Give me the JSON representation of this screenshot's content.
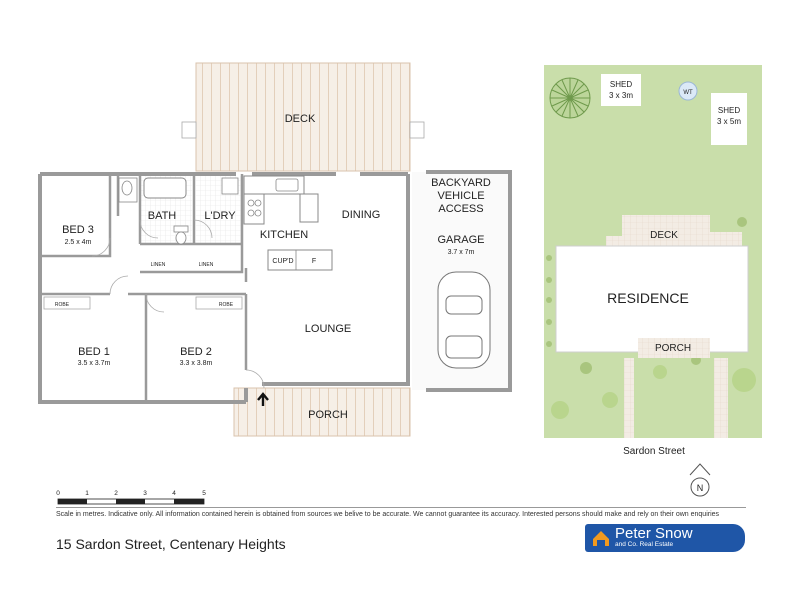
{
  "floorplan": {
    "rooms": {
      "deck": "DECK",
      "bed3": {
        "name": "BED 3",
        "size": "2.5 x 4m"
      },
      "bath": "BATH",
      "laundry": "L'DRY",
      "kitchen": "KITCHEN",
      "dining": "DINING",
      "cupboard": "CUP'D",
      "fridge": "F",
      "linen1": "LINEN",
      "linen2": "LINEN",
      "robe1": "ROBE",
      "robe2": "ROBE",
      "bed1": {
        "name": "BED 1",
        "size": "3.5 x 3.7m"
      },
      "bed2": {
        "name": "BED 2",
        "size": "3.3 x 3.8m"
      },
      "lounge": "LOUNGE",
      "porch": "PORCH",
      "garage": {
        "name": "GARAGE",
        "size": "3.7 x 7m"
      },
      "backyard_access": [
        "BACKYARD",
        "VEHICLE",
        "ACCESS"
      ]
    },
    "scale_ticks": [
      "0",
      "1",
      "2",
      "3",
      "4",
      "5"
    ]
  },
  "siteplan": {
    "shed1": {
      "name": "SHED",
      "size": "3 x 3m"
    },
    "shed2": {
      "name": "SHED",
      "size": "3 x 5m"
    },
    "water_tank": "WT",
    "deck": "DECK",
    "residence": "RESIDENCE",
    "porch": "PORCH",
    "street": "Sardon Street",
    "north": "N"
  },
  "footer": {
    "disclaimer": "Scale in metres. Indicative only. All information contained herein is obtained from sources we belive to be accurate. We cannot guarantee its accuracy. Interested persons should make and rely on their own enquiries",
    "address": "15 Sardon Street, Centenary Heights",
    "logo_name": "Peter Snow",
    "logo_sub": "and Co. Real Estate"
  },
  "colors": {
    "wall": "#9a9a9a",
    "deck_fill": "#f6efe7",
    "deck_line": "#e0cbb6",
    "grass": "#c9deaa",
    "paving": "#f3ece4",
    "logo_blue": "#1f56a7",
    "logo_orange": "#f29a1f"
  }
}
